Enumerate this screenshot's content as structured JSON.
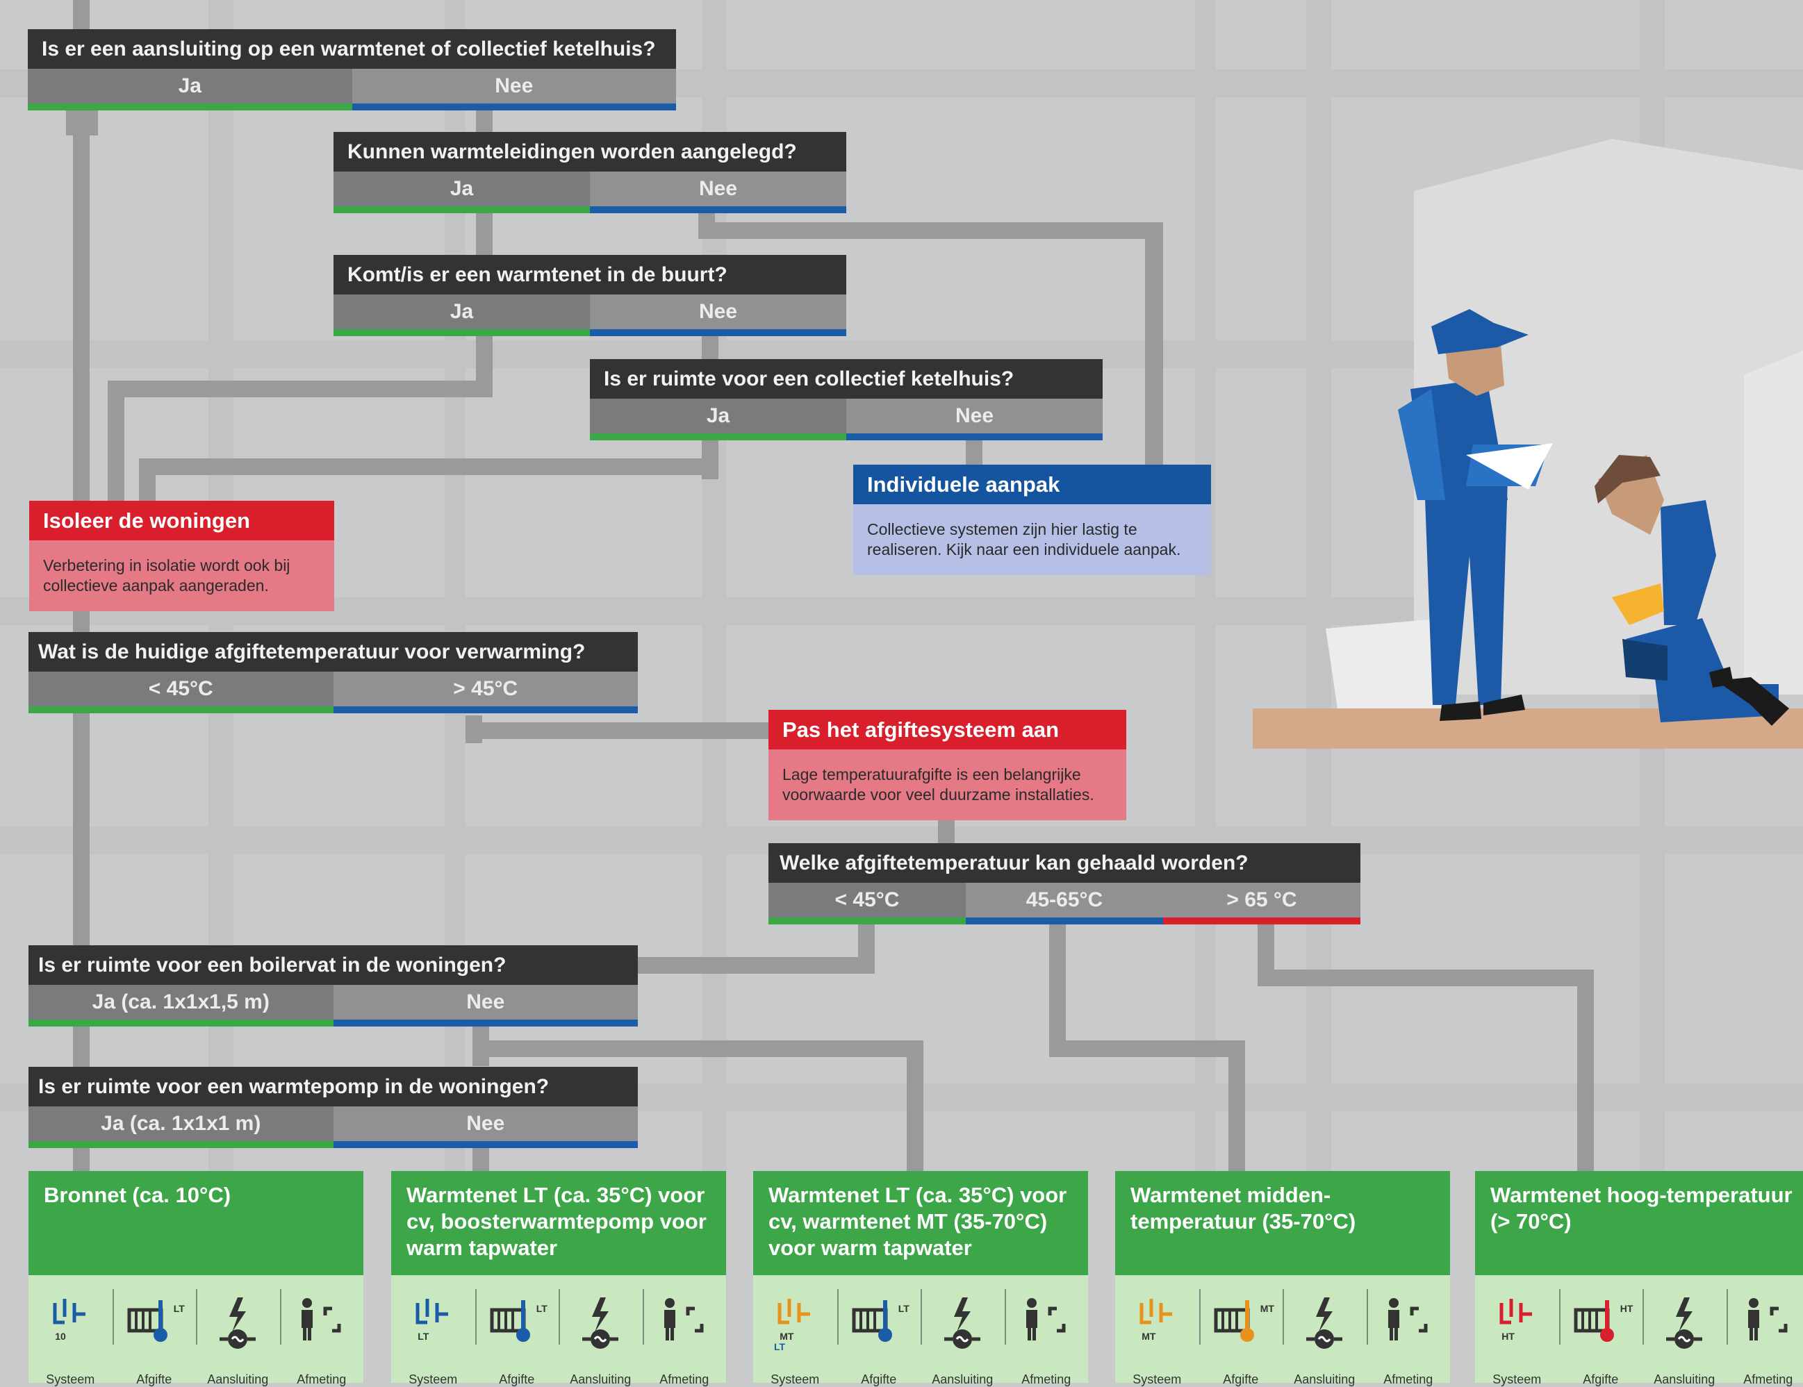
{
  "colors": {
    "yes": "#3ba845",
    "no": "#1a5ca8",
    "high": "#d91f2b",
    "question": "#333335",
    "result": "#3ca648"
  },
  "q1": {
    "title": "Is er een aansluiting op een warmtenet of collectief ketelhuis?",
    "yes": "Ja",
    "no": "Nee"
  },
  "q2": {
    "title": "Kunnen warmteleidingen worden aangelegd?",
    "yes": "Ja",
    "no": "Nee"
  },
  "q3": {
    "title": "Komt/is er een warmtenet  in de buurt?",
    "yes": "Ja",
    "no": "Nee"
  },
  "q4": {
    "title": "Is er ruimte voor een collectief ketelhuis?",
    "yes": "Ja",
    "no": "Nee"
  },
  "individual": {
    "title": "Individuele aanpak",
    "body": "Collectieve systemen zijn hier lastig te realiseren. Kijk naar een individuele aanpak."
  },
  "insulate": {
    "title": "Isoleer de woningen",
    "body": "Verbetering in isolatie wordt ook bij collectieve aanpak aangeraden."
  },
  "q5": {
    "title": "Wat is de huidige afgiftetemperatuur voor verwarming?",
    "opt1": "< 45°C",
    "opt2": "> 45°C"
  },
  "adapt": {
    "title": "Pas het afgiftesysteem aan",
    "body": "Lage temperatuurafgifte is een belangrijke voorwaarde voor veel duurzame installaties."
  },
  "q6": {
    "title": "Welke afgiftetemperatuur kan gehaald worden?",
    "opt1": "< 45°C",
    "opt2": "45-65°C",
    "opt3": "> 65 °C"
  },
  "q7": {
    "title": "Is er ruimte voor een boilervat in de woningen?",
    "yes": "Ja (ca. 1x1x1,5 m)",
    "no": "Nee"
  },
  "q8": {
    "title": "Is er ruimte voor een warmtepomp in de woningen?",
    "yes": "Ja (ca. 1x1x1 m)",
    "no": "Nee"
  },
  "results": [
    {
      "title": "Bronnet (ca. 10°C)",
      "sys": "10",
      "afg": "LT",
      "sys_color": "#1a5ca8",
      "afg_color": "#1a5ca8"
    },
    {
      "title": "Warmtenet LT (ca. 35°C) voor cv, boosterwarmtepomp voor warm tapwater",
      "sys": "LT",
      "afg": "LT",
      "sys_color": "#1a5ca8",
      "afg_color": "#1a5ca8"
    },
    {
      "title": "Warmtenet LT (ca. 35°C) voor cv, warmtenet MT (35-70°C) voor warm tapwater",
      "sys": "MT",
      "sys2": "LT",
      "afg": "LT",
      "sys_color": "#e8921e",
      "afg_color": "#1a5ca8"
    },
    {
      "title": "Warmtenet midden-temperatuur (35-70°C)",
      "sys": "MT",
      "afg": "MT",
      "sys_color": "#e8921e",
      "afg_color": "#e8921e"
    },
    {
      "title": "Warmtenet hoog-temperatuur (> 70°C)",
      "sys": "HT",
      "afg": "HT",
      "sys_color": "#d91f2b",
      "afg_color": "#d91f2b"
    }
  ],
  "icon_labels": {
    "systeem": "Systeem",
    "afgifte": "Afgifte",
    "aansluiting": "Aansluiting",
    "afmeting": "Afmeting"
  },
  "icons": {
    "system": "heat-network-icon",
    "emitter": "radiator-thermometer-icon",
    "connection": "electric-pump-icon",
    "size": "person-dimension-icon"
  }
}
